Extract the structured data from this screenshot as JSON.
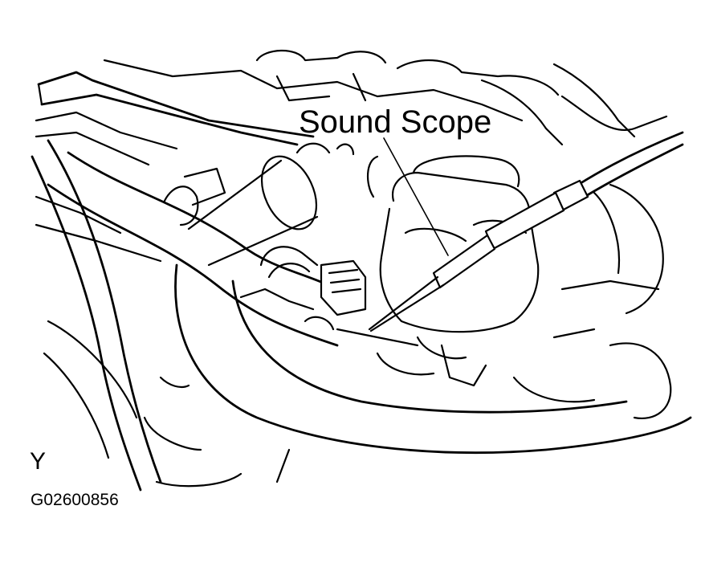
{
  "labels": {
    "callout": "Sound Scope",
    "view_mark": "Y",
    "figure_code": "G02600856"
  }
}
